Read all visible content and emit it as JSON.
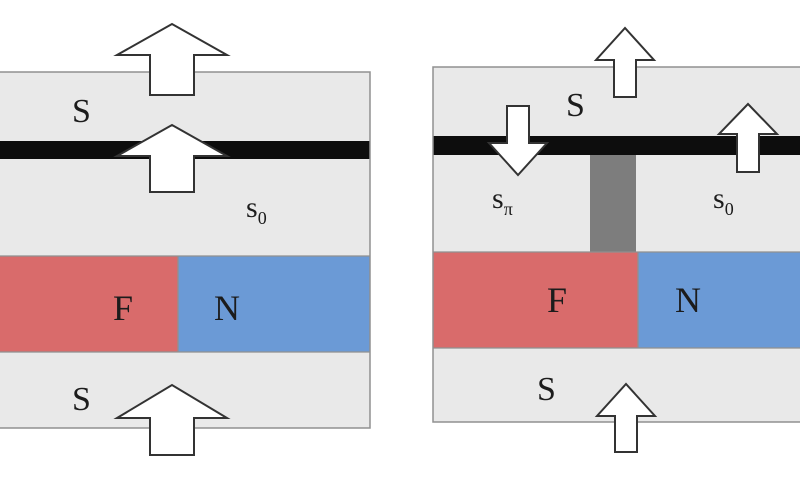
{
  "colors": {
    "superconductor": "#e9e9e9",
    "ferromagnet": "#d96b6b",
    "normal_metal": "#6b9ad6",
    "barrier": "#0d0d0d",
    "boundary": "#7d7d7d",
    "outline": "#909090",
    "arrow_fill": "#ffffff",
    "arrow_stroke": "#333333"
  },
  "left_panel": {
    "top_s_label": "S",
    "bottom_s_label": "S",
    "region_label": "s",
    "region_sub": "0",
    "ferromagnet_label": "F",
    "normal_label": "N"
  },
  "right_panel": {
    "top_s_label": "S",
    "bottom_s_label": "S",
    "region_left_label": "s",
    "region_left_sub": "π",
    "region_right_label": "s",
    "region_right_sub": "0",
    "ferromagnet_label": "F",
    "normal_label": "N"
  }
}
